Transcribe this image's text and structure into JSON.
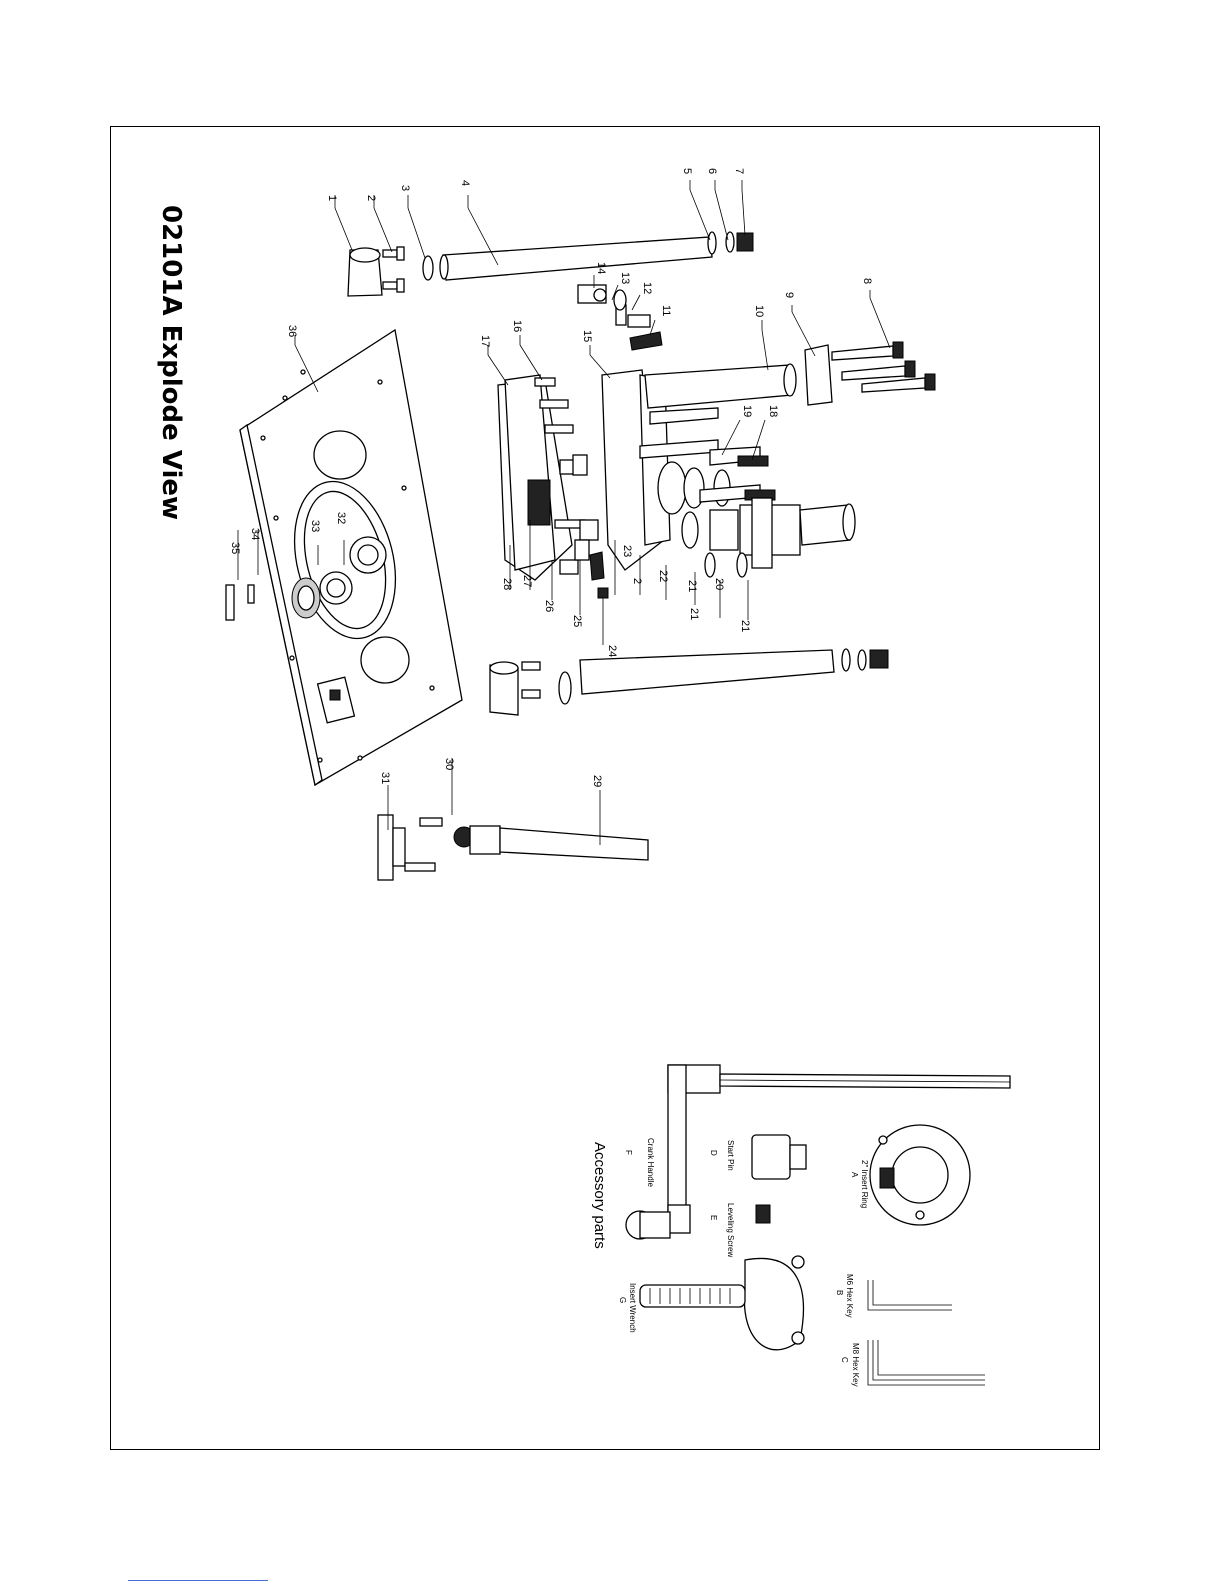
{
  "title": "02101A Explode View",
  "part_numbers": [
    "1",
    "2",
    "3",
    "4",
    "5",
    "6",
    "7",
    "8",
    "9",
    "10",
    "11",
    "12",
    "13",
    "14",
    "15",
    "16",
    "17",
    "18",
    "19",
    "20",
    "21",
    "21",
    "21",
    "22",
    "23",
    "2",
    "24",
    "25",
    "26",
    "27",
    "28",
    "29",
    "30",
    "31",
    "32",
    "33",
    "34",
    "35",
    "36"
  ],
  "accessory_title": "Accessory  parts",
  "accessories": [
    {
      "name": "2\" Insert Ring",
      "letter": "A"
    },
    {
      "name": "M6 Hex Key",
      "letter": "B"
    },
    {
      "name": "M8 Hex Key",
      "letter": "C"
    },
    {
      "name": "Start Pin",
      "letter": "D"
    },
    {
      "name": "Leveling Screw",
      "letter": "E"
    },
    {
      "name": "Crank Handle",
      "letter": "F"
    },
    {
      "name": "Insert Wrench",
      "letter": "G"
    }
  ]
}
